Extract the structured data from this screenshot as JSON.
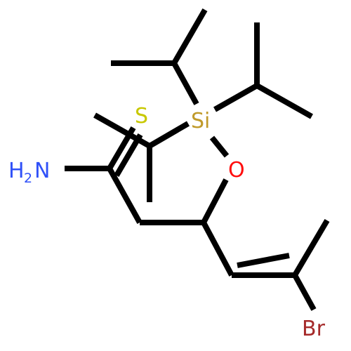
{
  "atoms": {
    "si": {
      "label": "Si",
      "color": "#c09a2a"
    },
    "o": {
      "label": "O",
      "color": "#ff0d0d"
    },
    "s": {
      "label": "S",
      "color": "#c8c800"
    },
    "n": {
      "label": "H",
      "sub": "2",
      "suffix": "N",
      "color": "#2f50f8"
    },
    "br": {
      "label": "Br",
      "color": "#a52a2a"
    }
  }
}
